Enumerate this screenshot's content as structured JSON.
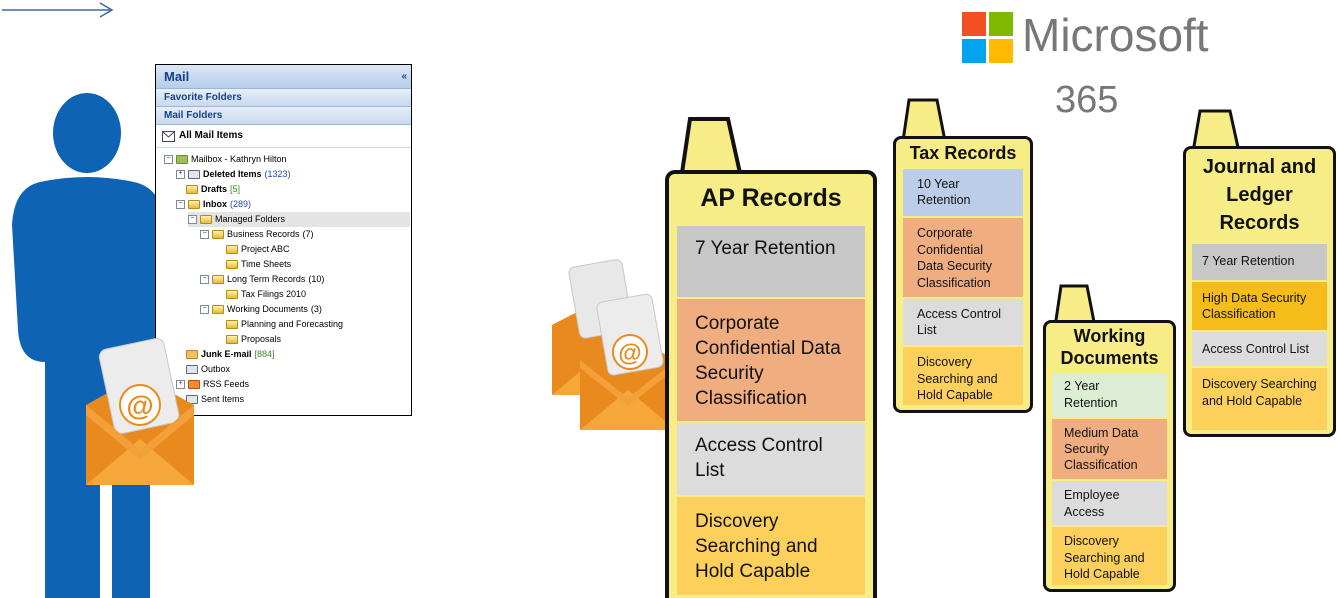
{
  "colors": {
    "person": "#0e63b5",
    "card_bg": "#f7ed86",
    "row_gray": "#c7c7c7",
    "row_orange": "#f0ad80",
    "row_lightgray": "#dcdcdc",
    "row_yellow": "#fcd05a",
    "row_blue": "#bccde8",
    "row_green": "#dcedd3",
    "row_gold": "#f6bd1a",
    "ms_red": "#f25022",
    "ms_green": "#7fba00",
    "ms_blue": "#00a4ef",
    "ms_yellow": "#ffb900"
  },
  "mail": {
    "header": "Mail",
    "favorite_folders": "Favorite Folders",
    "mail_folders": "Mail Folders",
    "all_mail_items": "All Mail Items",
    "tree": [
      {
        "label": "Mailbox - Kathryn Hilton",
        "count": ""
      },
      {
        "label": "Deleted Items",
        "count": "(1323)"
      },
      {
        "label": "Drafts",
        "count": "[5]"
      },
      {
        "label": "Inbox",
        "count": "(289)"
      },
      {
        "label": "Managed Folders",
        "count": ""
      },
      {
        "label": "Business Records",
        "count": "(7)"
      },
      {
        "label": "Project ABC",
        "count": ""
      },
      {
        "label": "Time Sheets",
        "count": ""
      },
      {
        "label": "Long Term Records",
        "count": "(10)"
      },
      {
        "label": "Tax Filings 2010",
        "count": ""
      },
      {
        "label": "Working Documents",
        "count": "(3)"
      },
      {
        "label": "Planning and Forecasting",
        "count": ""
      },
      {
        "label": "Proposals",
        "count": ""
      },
      {
        "label": "Junk E-mail",
        "count": "[884]"
      },
      {
        "label": "Outbox",
        "count": ""
      },
      {
        "label": "RSS Feeds",
        "count": ""
      },
      {
        "label": "Sent Items",
        "count": ""
      }
    ]
  },
  "microsoft": {
    "brand": "Microsoft",
    "product": "365"
  },
  "cards": {
    "ap": {
      "title": "AP Records",
      "rows": [
        "7 Year Retention",
        "Corporate Confidential Data Security Classification",
        "Access Control List",
        "Discovery Searching and Hold Capable"
      ]
    },
    "tax": {
      "title": "Tax Records",
      "rows": [
        "10 Year Retention",
        "Corporate Confidential Data Security Classification",
        "Access Control List",
        "Discovery Searching and Hold Capable"
      ]
    },
    "working": {
      "title": "Working Documents",
      "rows": [
        "2 Year Retention",
        "Medium Data Security Classification",
        "Employee Access",
        "Discovery Searching and Hold Capable"
      ]
    },
    "journal": {
      "title": "Journal and Ledger Records",
      "rows": [
        "7 Year Retention",
        "High Data Security Classification",
        "Access Control List",
        "Discovery Searching and Hold Capable"
      ]
    }
  }
}
